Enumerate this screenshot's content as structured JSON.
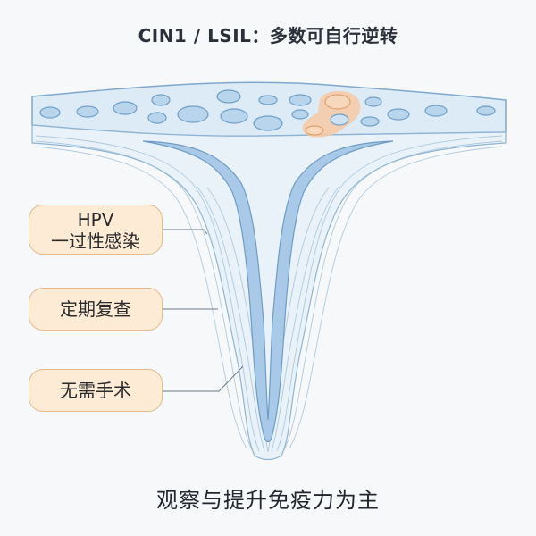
{
  "title": "CIN1 / LSIL：多数可自行逆转",
  "labels": {
    "hpv_code": "HPV",
    "hpv_text": "一过性感染",
    "follow_up": "定期复查",
    "no_surgery": "无需手术"
  },
  "caption": "观察与提升免疫力为主",
  "colors": {
    "background": "#f6f8f9",
    "epithelium_fill": "#dcebf6",
    "epithelium_stroke": "#7fa8cc",
    "cell_fill": "#b9d5ec",
    "lesion_fill": "#f7c9a4",
    "stroma_fill": "#e9f2f8",
    "canal_fill": "#a9c9e8",
    "label_fill": "#fdebd6",
    "label_border": "#e9b98a"
  }
}
